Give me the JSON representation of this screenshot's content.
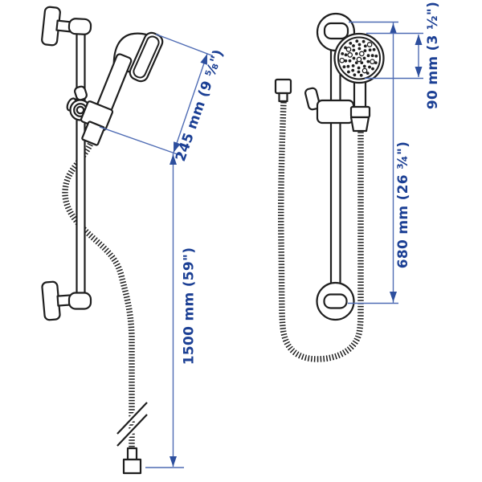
{
  "colors": {
    "artwork_line": "#1f1f1f",
    "dimension_line": "#4f6cb4",
    "dimension_arrow": "#2d4f9e",
    "dimension_text": "#1b3f94",
    "background": "#ffffff"
  },
  "labels": {
    "dim_245": "245 mm (9 ⅝\")",
    "dim_1500": "1500 mm (59\")",
    "dim_90": "90 mm (3 ½\")",
    "dim_680": "680 mm (26 ¾\")"
  }
}
